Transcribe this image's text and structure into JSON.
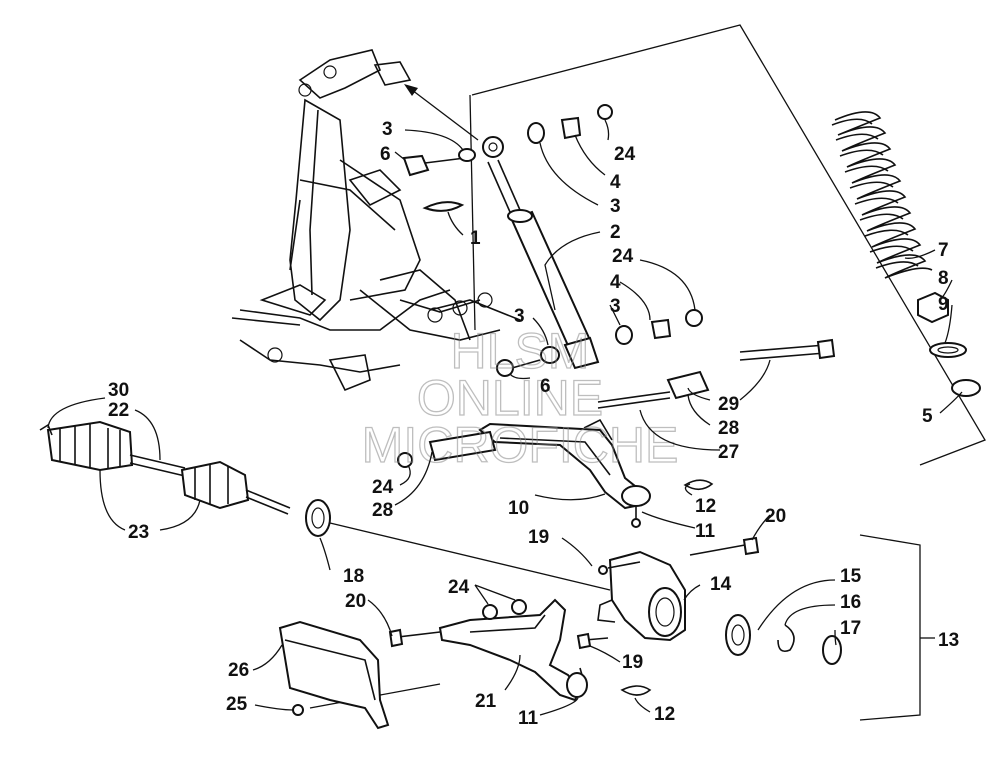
{
  "watermark": {
    "line1": "HLSM",
    "line2": "ONLINE",
    "line3": "MICROFICHE"
  },
  "callouts": [
    {
      "id": "c1",
      "text": "1"
    },
    {
      "id": "c2",
      "text": "2"
    },
    {
      "id": "c3a",
      "text": "3"
    },
    {
      "id": "c3b",
      "text": "3"
    },
    {
      "id": "c3c",
      "text": "3"
    },
    {
      "id": "c3d",
      "text": "3"
    },
    {
      "id": "c4a",
      "text": "4"
    },
    {
      "id": "c4b",
      "text": "4"
    },
    {
      "id": "c5",
      "text": "5"
    },
    {
      "id": "c6a",
      "text": "6"
    },
    {
      "id": "c6b",
      "text": "6"
    },
    {
      "id": "c7",
      "text": "7"
    },
    {
      "id": "c8",
      "text": "8"
    },
    {
      "id": "c9",
      "text": "9"
    },
    {
      "id": "c10",
      "text": "10"
    },
    {
      "id": "c11a",
      "text": "11"
    },
    {
      "id": "c11b",
      "text": "11"
    },
    {
      "id": "c12a",
      "text": "12"
    },
    {
      "id": "c12b",
      "text": "12"
    },
    {
      "id": "c13",
      "text": "13"
    },
    {
      "id": "c14",
      "text": "14"
    },
    {
      "id": "c15",
      "text": "15"
    },
    {
      "id": "c16",
      "text": "16"
    },
    {
      "id": "c17",
      "text": "17"
    },
    {
      "id": "c18",
      "text": "18"
    },
    {
      "id": "c19a",
      "text": "19"
    },
    {
      "id": "c19b",
      "text": "19"
    },
    {
      "id": "c20a",
      "text": "20"
    },
    {
      "id": "c20b",
      "text": "20"
    },
    {
      "id": "c21",
      "text": "21"
    },
    {
      "id": "c22",
      "text": "22"
    },
    {
      "id": "c23",
      "text": "23"
    },
    {
      "id": "c24a",
      "text": "24"
    },
    {
      "id": "c24b",
      "text": "24"
    },
    {
      "id": "c24c",
      "text": "24"
    },
    {
      "id": "c24d",
      "text": "24"
    },
    {
      "id": "c25",
      "text": "25"
    },
    {
      "id": "c26",
      "text": "26"
    },
    {
      "id": "c27",
      "text": "27"
    },
    {
      "id": "c28a",
      "text": "28"
    },
    {
      "id": "c28b",
      "text": "28"
    },
    {
      "id": "c29",
      "text": "29"
    },
    {
      "id": "c30",
      "text": "30"
    }
  ]
}
